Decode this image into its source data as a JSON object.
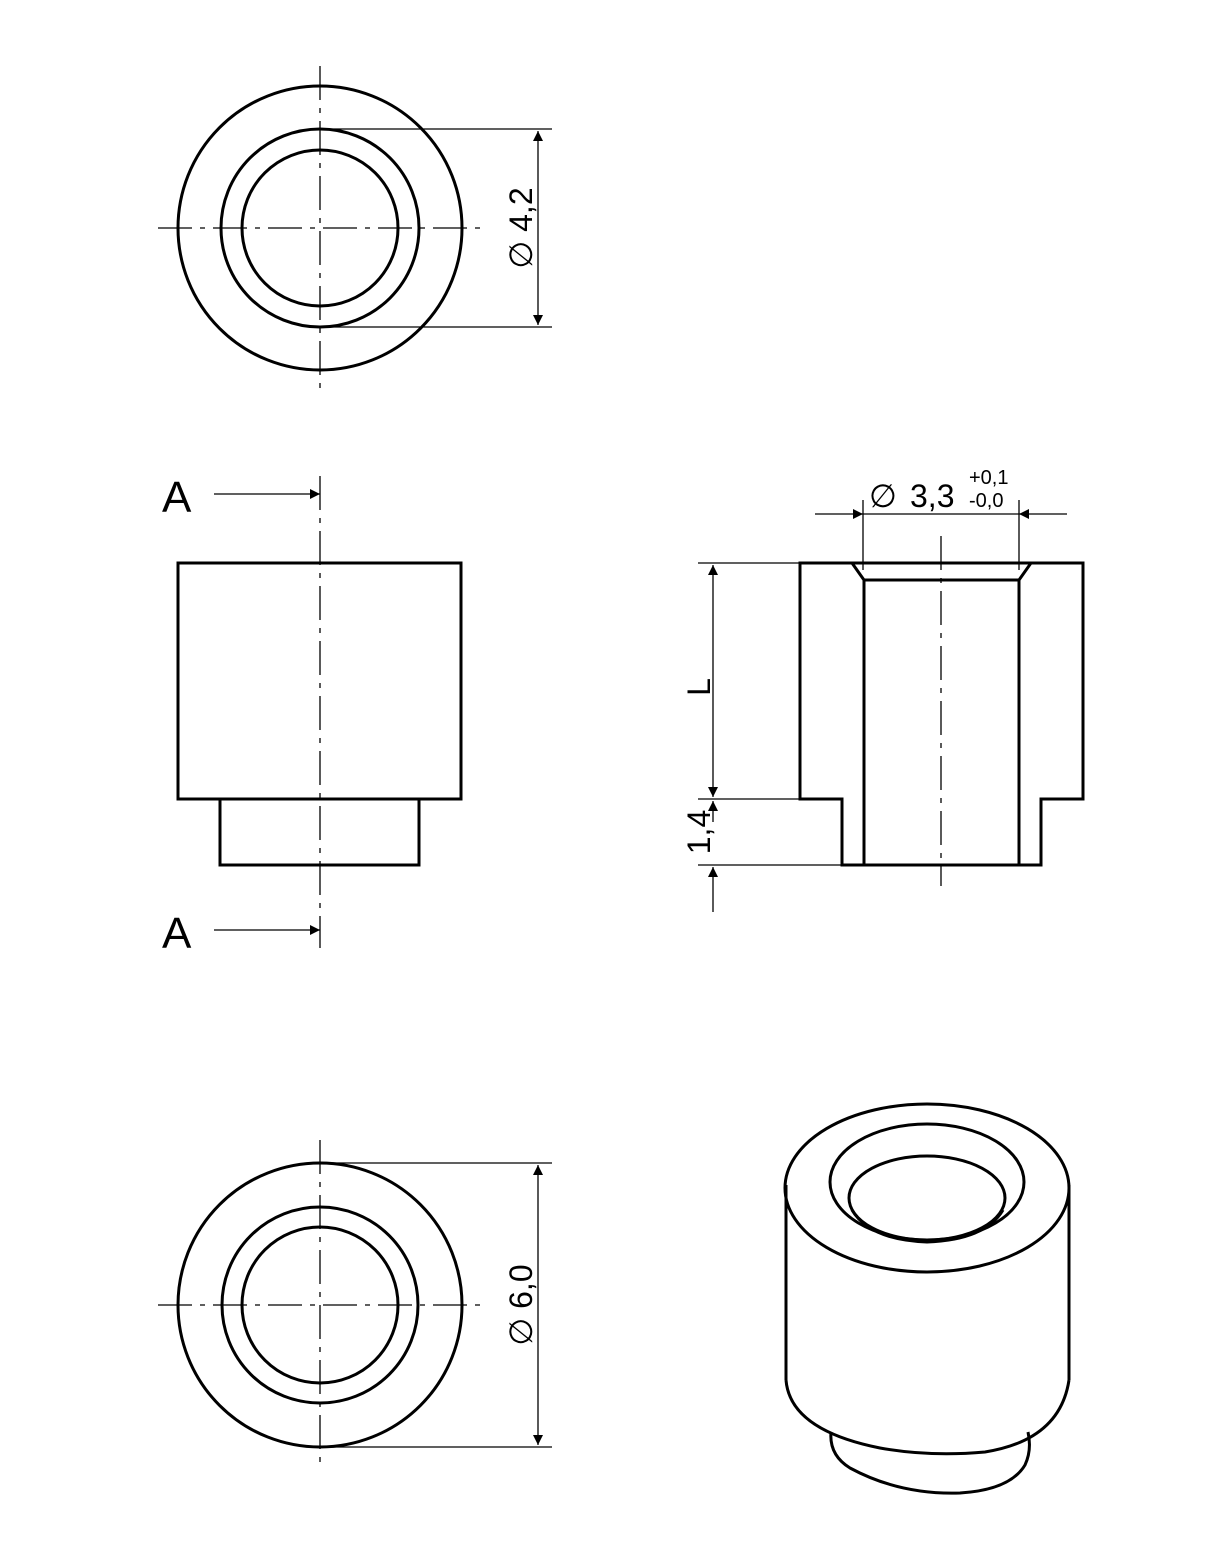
{
  "drawing": {
    "top_view": {
      "diameter_symbol": "∅",
      "diameter_value": "4,2"
    },
    "front_view": {
      "section_label_top": "A",
      "section_label_bottom": "A"
    },
    "section_view": {
      "bore_symbol": "∅",
      "bore_value": "3,3",
      "tol_upper": "+0,1",
      "tol_lower": "-0,0",
      "length_label": "L",
      "step_label": "1,4"
    },
    "bottom_view": {
      "diameter_symbol": "∅",
      "diameter_value": "6,0"
    }
  }
}
